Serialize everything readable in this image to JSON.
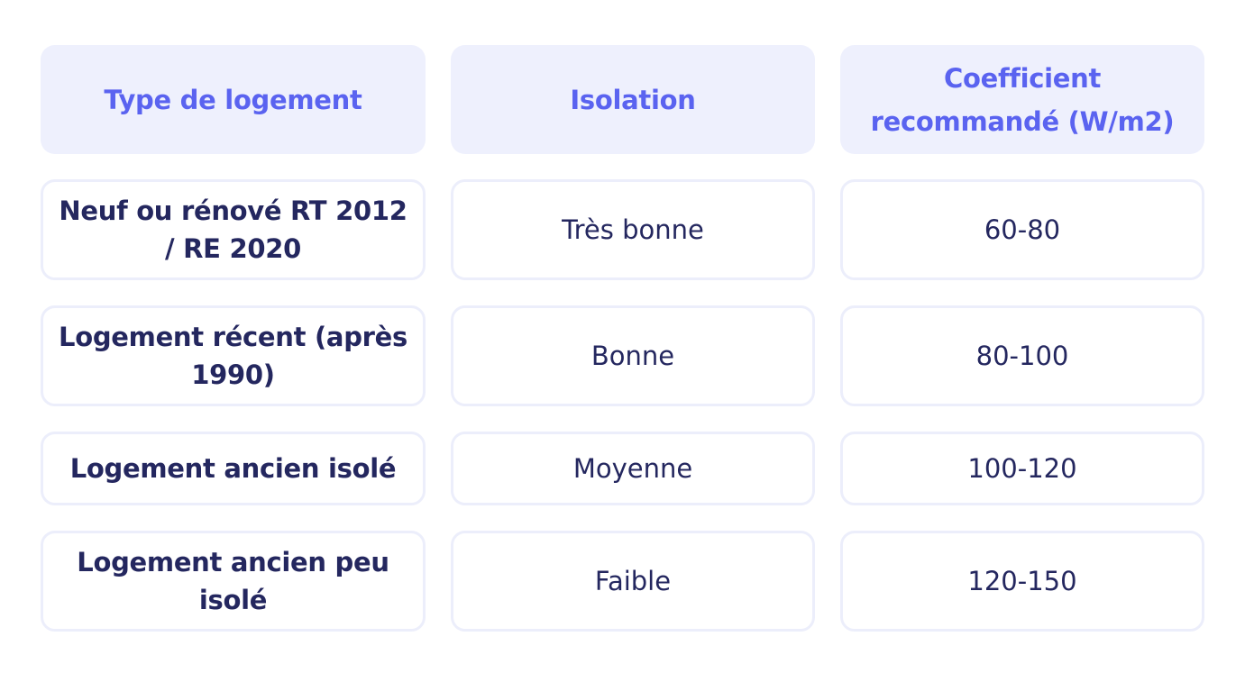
{
  "table": {
    "headers": [
      "Type de logement",
      "Isolation",
      "Coefficient recommandé (W/m2)"
    ],
    "rows": [
      [
        "Neuf ou rénové RT 2012 / RE 2020",
        "Très bonne",
        "60-80"
      ],
      [
        "Logement récent (après 1990)",
        "Bonne",
        "80-100"
      ],
      [
        "Logement ancien isolé",
        "Moyenne",
        "100-120"
      ],
      [
        "Logement ancien peu isolé",
        "Faible",
        "120-150"
      ]
    ]
  },
  "colors": {
    "header_background": "#eef0fd",
    "header_text": "#5a63f0",
    "body_text": "#24275f",
    "cell_border": "#eceefb"
  }
}
